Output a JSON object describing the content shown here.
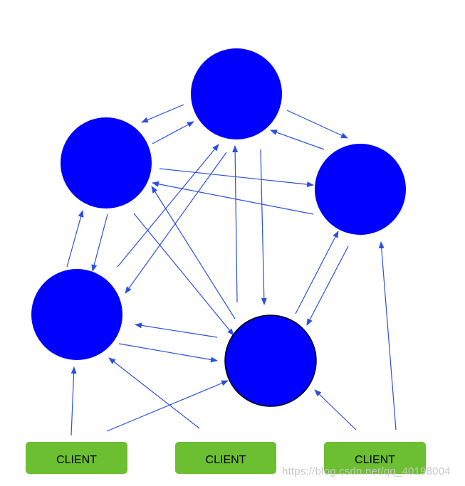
{
  "colors": {
    "node_fill": "#0000fe",
    "node_stroke_highlight": "#000000",
    "arrow": "#2b4fe0",
    "client_fill": "#6bbf30",
    "client_text": "#000000",
    "watermark": "#c8c8c8"
  },
  "clients": [
    {
      "label": "CLIENT"
    },
    {
      "label": "CLIENT"
    },
    {
      "label": "CLIENT"
    }
  ],
  "watermark": {
    "text": "https://blog.csdn.net/qq_40198004"
  }
}
